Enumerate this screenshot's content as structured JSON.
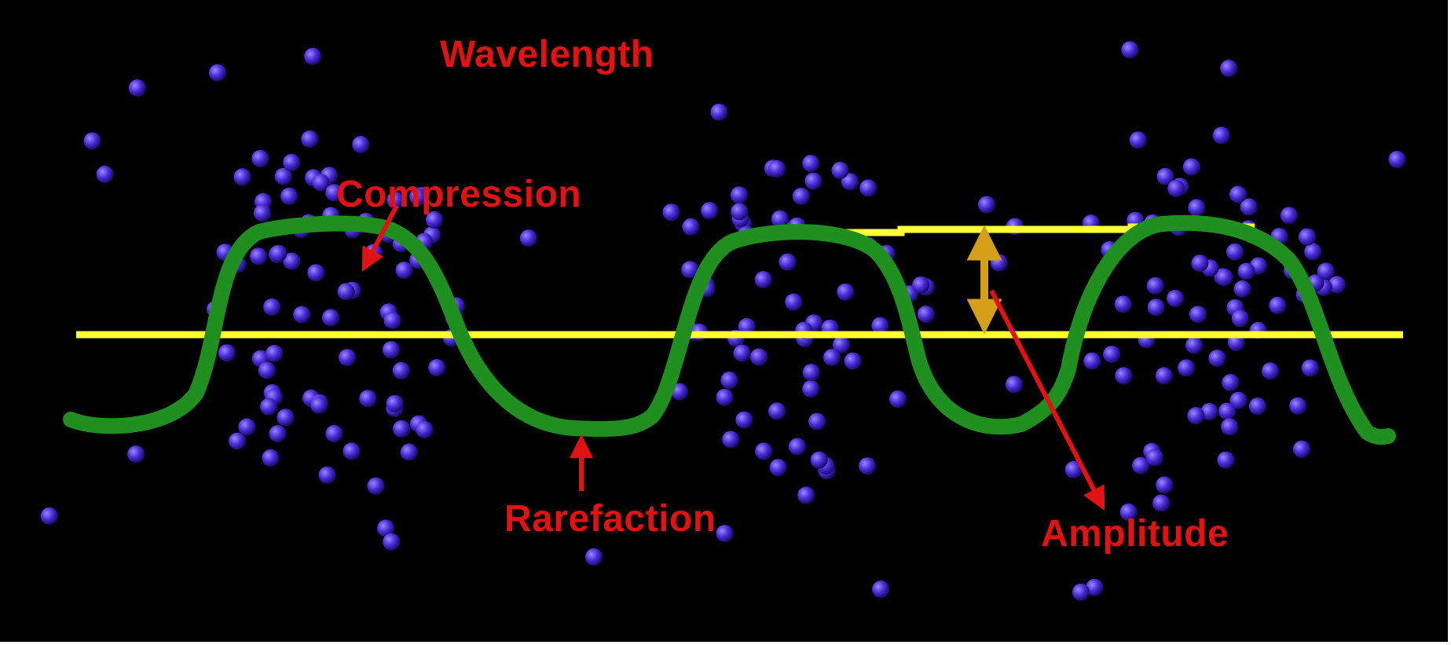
{
  "diagram": {
    "labels": {
      "wavelength": "Wavelength",
      "compression": "Compression",
      "rarefaction": "Rarefaction",
      "amplitude": "Amplitude"
    },
    "colors": {
      "background": "#000000",
      "wave": "#1f8f1f",
      "reference_lines": "#ffff33",
      "amplitude_arrow": "#d4a017",
      "labels_and_pointers": "#e11212",
      "particles": "#4b2bd6"
    },
    "icons": {
      "particle": "particle-dot-icon",
      "pointer": "arrow-icon"
    }
  }
}
